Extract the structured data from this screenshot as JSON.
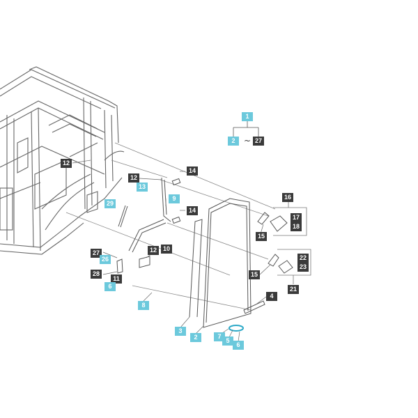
{
  "colors": {
    "dark_label": "#3a3a3a",
    "cyan_label": "#6cc9dc",
    "line": "#777777",
    "part_line": "#555555",
    "accent_seal": "#2aa8c7"
  },
  "callout_tree": {
    "parent": "1",
    "range_from": "2",
    "range_separator": "~",
    "range_to": "27"
  },
  "labels": [
    {
      "id": "l12a",
      "text": "12",
      "style": "dark"
    },
    {
      "id": "l14a",
      "text": "14",
      "style": "dark"
    },
    {
      "id": "l12b",
      "text": "12",
      "style": "dark"
    },
    {
      "id": "l13",
      "text": "13",
      "style": "cyan"
    },
    {
      "id": "l9",
      "text": "9",
      "style": "cyan"
    },
    {
      "id": "l29",
      "text": "29",
      "style": "cyan"
    },
    {
      "id": "l14b",
      "text": "14",
      "style": "dark"
    },
    {
      "id": "l16",
      "text": "16",
      "style": "dark"
    },
    {
      "id": "l17",
      "text": "17",
      "style": "dark"
    },
    {
      "id": "l18",
      "text": "18",
      "style": "dark"
    },
    {
      "id": "l15a",
      "text": "15",
      "style": "dark"
    },
    {
      "id": "l12c",
      "text": "12",
      "style": "dark"
    },
    {
      "id": "l10",
      "text": "10",
      "style": "dark"
    },
    {
      "id": "l27b",
      "text": "27",
      "style": "dark"
    },
    {
      "id": "l26",
      "text": "26",
      "style": "cyan"
    },
    {
      "id": "l22",
      "text": "22",
      "style": "dark"
    },
    {
      "id": "l23",
      "text": "23",
      "style": "dark"
    },
    {
      "id": "l28",
      "text": "28",
      "style": "dark"
    },
    {
      "id": "l11",
      "text": "11",
      "style": "dark"
    },
    {
      "id": "l6a",
      "text": "6",
      "style": "cyan"
    },
    {
      "id": "l15b",
      "text": "15",
      "style": "dark"
    },
    {
      "id": "l21",
      "text": "21",
      "style": "dark"
    },
    {
      "id": "l4",
      "text": "4",
      "style": "dark"
    },
    {
      "id": "l8",
      "text": "8",
      "style": "cyan"
    },
    {
      "id": "l3",
      "text": "3",
      "style": "cyan"
    },
    {
      "id": "l2b",
      "text": "2",
      "style": "cyan"
    },
    {
      "id": "l7",
      "text": "7",
      "style": "cyan"
    },
    {
      "id": "l5",
      "text": "5",
      "style": "cyan"
    },
    {
      "id": "l6b",
      "text": "6",
      "style": "cyan"
    }
  ]
}
